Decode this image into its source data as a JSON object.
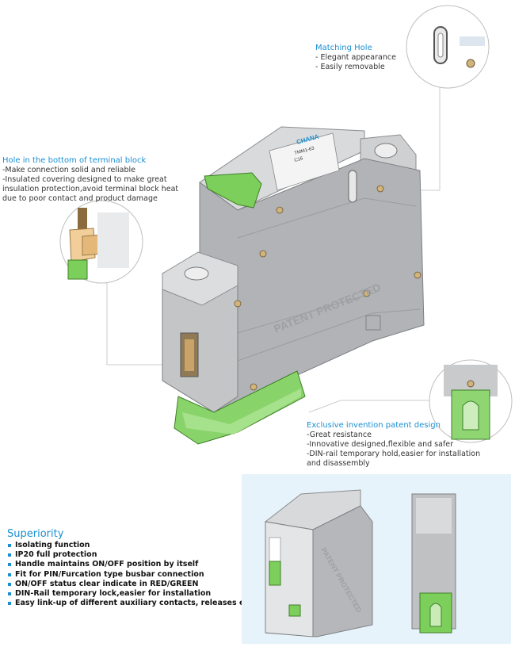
{
  "brand": {
    "logo": "CHANA",
    "model": "TMM1-63",
    "rating": "C16"
  },
  "stamp": {
    "text": "PATENT PROTECTED"
  },
  "matching_hole": {
    "title": "Matching Hole",
    "items": [
      "-  Elegant appearance",
      "-  Easily removable"
    ]
  },
  "terminal_block": {
    "title": "Hole in the bottom of terminal block",
    "lines": [
      "-Make connection solid and reliable",
      "-Insulated covering designed to make great",
      "insulation protection,avoid terminal block heat",
      "due to poor contact and product damage"
    ]
  },
  "patent_design": {
    "title": "Exclusive invention patent design",
    "lines": [
      "-Great resistance",
      "-Innovative designed,flexible and safer",
      "-DIN-rail temporary hold,easier for installation",
      "and disassembly"
    ]
  },
  "superiority": {
    "title": "Superiority",
    "items": [
      "Isolating function",
      "IP20 full protection",
      "Handle maintains ON/OFF position by itself",
      "Fit for PIN/Furcation type busbar connection",
      "ON/OFF status clear indicate in RED/GREEN",
      "DIN-Rail temporary lock,easier for installation",
      "Easy link-up of different auxiliary contacts, releases etc"
    ]
  },
  "colors": {
    "accent": "#1a8fd1",
    "handle_green": "#7ccf5a",
    "body_grey": "#a9abae"
  }
}
